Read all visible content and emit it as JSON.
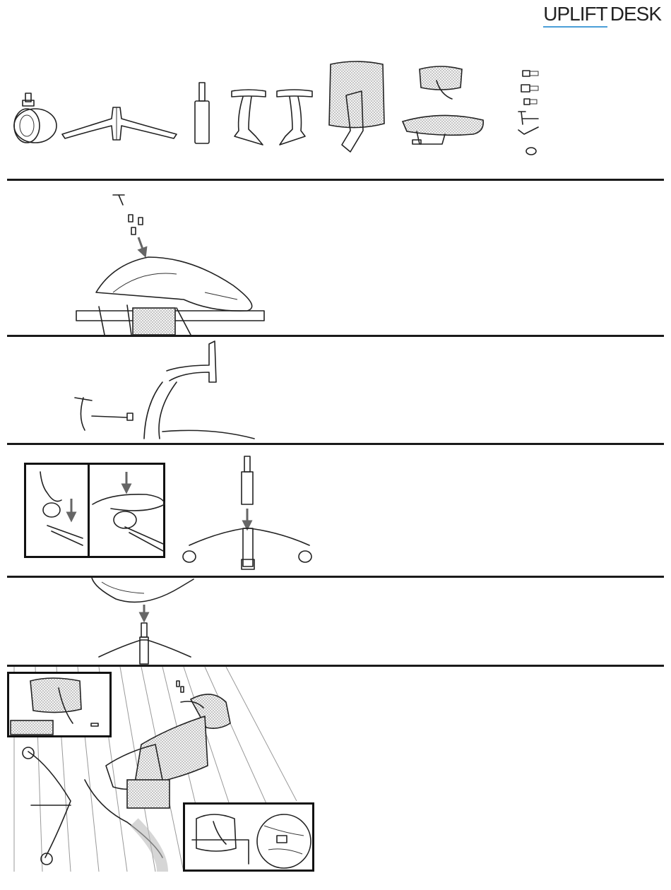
{
  "brand": {
    "name_part1": "UPLIFT",
    "name_part2": "DESK",
    "accent_color": "#4a9fd8"
  },
  "icons": [
    "caster-wheel-icon",
    "five-star-base-icon",
    "gas-cylinder-icon",
    "armrests-icon",
    "mesh-backrest-icon",
    "headrest-icon",
    "seat-icon",
    "screws-and-allen-key-icon"
  ],
  "steps": [
    "attach-backrest-to-seat",
    "attach-headrest-support",
    "insert-casters-into-base",
    "place-seat-on-cylinder",
    "attach-headrest"
  ]
}
